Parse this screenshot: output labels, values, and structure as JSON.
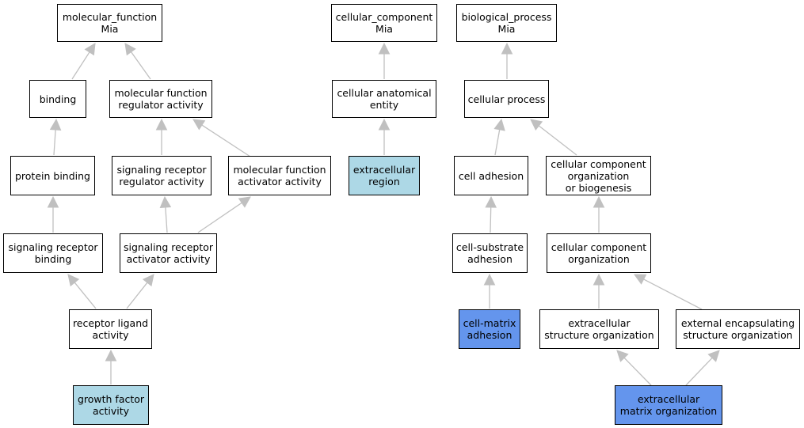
{
  "colors": {
    "edge": "#c0c0c0",
    "highlight_light": "#add8e6",
    "highlight_dark": "#6495ed"
  },
  "nodes": {
    "molecular_function": {
      "label": "molecular_function\nMia"
    },
    "cellular_component": {
      "label": "cellular_component\nMia"
    },
    "biological_process": {
      "label": "biological_process\nMia"
    },
    "binding": {
      "label": "binding"
    },
    "molecular_function_regulator_activity": {
      "label": "molecular function\nregulator activity"
    },
    "cellular_anatomical_entity": {
      "label": "cellular anatomical\nentity"
    },
    "cellular_process": {
      "label": "cellular process"
    },
    "protein_binding": {
      "label": "protein binding"
    },
    "signaling_receptor_regulator_activity": {
      "label": "signaling receptor\nregulator activity"
    },
    "molecular_function_activator_activity": {
      "label": "molecular function\nactivator activity"
    },
    "extracellular_region": {
      "label": "extracellular\nregion"
    },
    "cell_adhesion": {
      "label": "cell adhesion"
    },
    "cellular_component_organization_or_biogenesis": {
      "label": "cellular component\norganization\nor biogenesis"
    },
    "signaling_receptor_binding": {
      "label": "signaling receptor\nbinding"
    },
    "signaling_receptor_activator_activity": {
      "label": "signaling receptor\nactivator activity"
    },
    "cell_substrate_adhesion": {
      "label": "cell-substrate\nadhesion"
    },
    "cellular_component_organization": {
      "label": "cellular component\norganization"
    },
    "receptor_ligand_activity": {
      "label": "receptor ligand\nactivity"
    },
    "cell_matrix_adhesion": {
      "label": "cell-matrix\nadhesion"
    },
    "extracellular_structure_organization": {
      "label": "extracellular\nstructure organization"
    },
    "external_encapsulating_structure_organization": {
      "label": "external encapsulating\nstructure organization"
    },
    "growth_factor_activity": {
      "label": "growth factor\nactivity"
    },
    "extracellular_matrix_organization": {
      "label": "extracellular\nmatrix organization"
    }
  }
}
